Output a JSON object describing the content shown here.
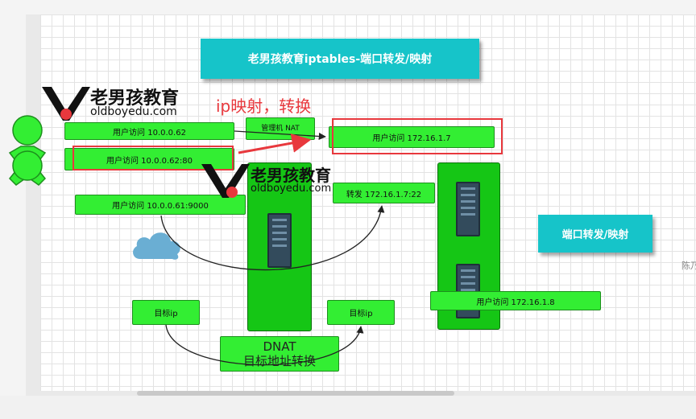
{
  "title": "老男孩教育iptables-端口转发/映射",
  "ip_mapping_label": "ip映射，转换",
  "logo": {
    "brand": "老男孩教育",
    "url": "oldboyedu.com"
  },
  "nat_box": "管理机 NAT",
  "left_boxes": [
    "用户访问  10.0.0.62",
    "用户访问  10.0.0.62:80",
    "用户访问  10.0.0.61:9000"
  ],
  "right_top_box": "用户访问  172.16.1.7",
  "forward_box": "转发 172.16.1.7:22",
  "right_bottom_box": "用户访问  172.16.1.8",
  "port_forward_label": "端口转发/映射",
  "target_ip_left": "目标ip",
  "target_ip_right": "目标ip",
  "dnat": {
    "line1": "DNAT",
    "line2": "目标地址转换"
  },
  "side_text": "陈乃",
  "colors": {
    "green": "#33ee33",
    "dark_green": "#15c615",
    "teal": "#16c4c9",
    "red": "#e8383d",
    "server": "#334b5c"
  }
}
